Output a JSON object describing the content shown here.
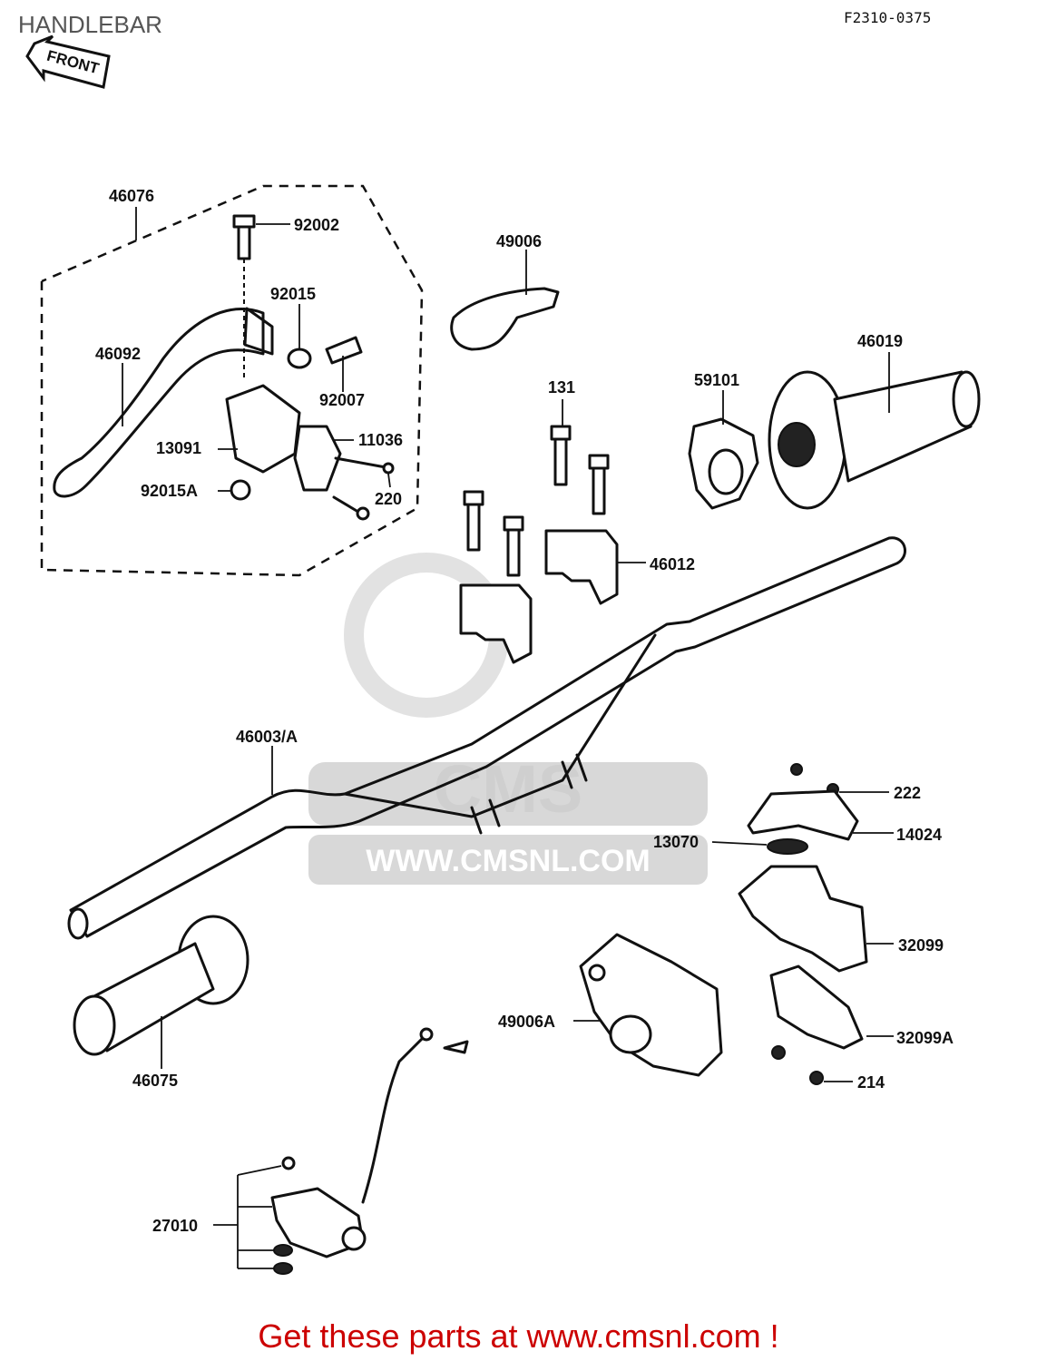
{
  "header": {
    "title": "HANDLEBAR",
    "diagram_code": "F2310-0375"
  },
  "front_arrow": {
    "label": "FRONT"
  },
  "watermark": {
    "brand": "CMS",
    "url": "WWW.CMSNL.COM"
  },
  "parts": [
    {
      "id": "p46076",
      "label": "46076"
    },
    {
      "id": "p92002",
      "label": "92002"
    },
    {
      "id": "p92015",
      "label": "92015"
    },
    {
      "id": "p46092",
      "label": "46092"
    },
    {
      "id": "p92007",
      "label": "92007"
    },
    {
      "id": "p13091",
      "label": "13091"
    },
    {
      "id": "p11036",
      "label": "11036"
    },
    {
      "id": "p92015A",
      "label": "92015A"
    },
    {
      "id": "p220",
      "label": "220"
    },
    {
      "id": "p49006",
      "label": "49006"
    },
    {
      "id": "p131",
      "label": "131"
    },
    {
      "id": "p59101",
      "label": "59101"
    },
    {
      "id": "p46019",
      "label": "46019"
    },
    {
      "id": "p46012",
      "label": "46012"
    },
    {
      "id": "p46003A",
      "label": "46003/A"
    },
    {
      "id": "p222",
      "label": "222"
    },
    {
      "id": "p13070",
      "label": "13070"
    },
    {
      "id": "p14024",
      "label": "14024"
    },
    {
      "id": "p32099",
      "label": "32099"
    },
    {
      "id": "p49006A",
      "label": "49006A"
    },
    {
      "id": "p32099A",
      "label": "32099A"
    },
    {
      "id": "p214",
      "label": "214"
    },
    {
      "id": "p46075",
      "label": "46075"
    },
    {
      "id": "p27010",
      "label": "27010"
    }
  ],
  "footer": {
    "text": "Get these parts at www.cmsnl.com !",
    "color": "#cc0000"
  }
}
